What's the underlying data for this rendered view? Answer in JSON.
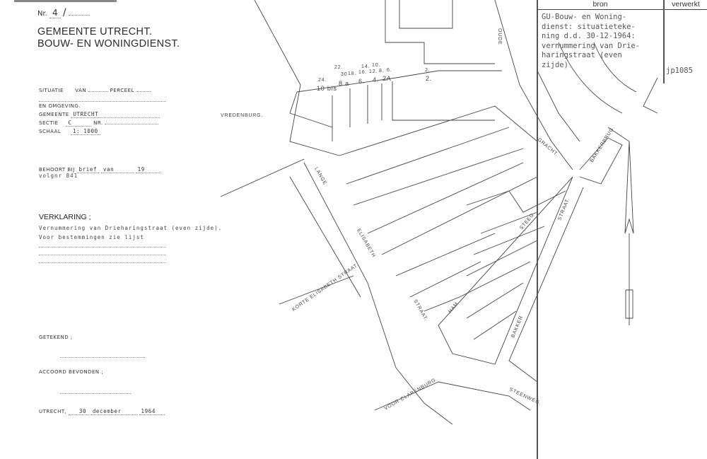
{
  "form": {
    "nr_label": "Nr.",
    "nr_value": "4",
    "nr_sep": "/",
    "title_line1": "GEMEENTE UTRECHT.",
    "title_line2": "BOUW- EN WONINGDIENST.",
    "situatie_label": "SITUATIE",
    "van_label": "VAN",
    "perceel_label": "PERCEEL",
    "omgeving_label": "EN OMGEVING.",
    "gemeente_label": "GEMEENTE",
    "gemeente_value": "UTRECHT",
    "sectie_label": "SECTIE",
    "sectie_value": "C",
    "nr2_label": "NR.",
    "schaal_label": "SCHAAL",
    "schaal_value": "1: 1000",
    "behoort_label": "BEHOORT BIJ",
    "behoort_value": "brief",
    "behoort_van": "van",
    "behoort_year": "19",
    "volgnr": "volgnr 841",
    "verklaring_label": "VERKLARING ;",
    "verklaring_line1": "Vernummering van Drieharingstraat (even zijde).",
    "verklaring_line2": "Voor bestemmingen zie lijst",
    "getekend_label": "GETEKEND ;",
    "accoord_label": "ACCOORD BEVONDEN ;",
    "utrecht_label": "UTRECHT,",
    "date_day": "30",
    "date_month": "december",
    "date_year": "1964"
  },
  "map": {
    "streets": {
      "vredenburg": "VREDENBURG.",
      "oude": "OUDE",
      "gracht": "GRACHT.",
      "bakkerbrug": "BAKKERBRUG.",
      "lange": "LANGE",
      "elisabeth": "ELISABETH",
      "straat": "STRAAT.",
      "korte_elisabeth": "KORTE ELISABETH STRAAT.",
      "ham": "HAM",
      "steeg": "STEEG",
      "bakker": "BAKKER",
      "bakker_straat": "STRAAT.",
      "steenweg": "STEENWEG.",
      "voor_clarenburg": "VOOR CLARENBURG."
    },
    "old_numbers": [
      "24.",
      "22.",
      "30",
      "18.",
      "16.",
      "14.",
      "10.",
      "12.",
      "8.",
      "6.",
      "2."
    ],
    "new_numbers": [
      "10 bis",
      "8 a",
      "6.",
      "4.",
      "2A",
      "2."
    ]
  },
  "bron": {
    "header_bron": "bron",
    "header_verwerkt": "verwerkt",
    "text": "GU-Bouw- en Woning-\ndienst: situatieteke-\nning d.d. 30-12-1964:\nvernummering van Drie-\nharingstraat (even\nzijde)",
    "verwerkt": "jp1085"
  }
}
